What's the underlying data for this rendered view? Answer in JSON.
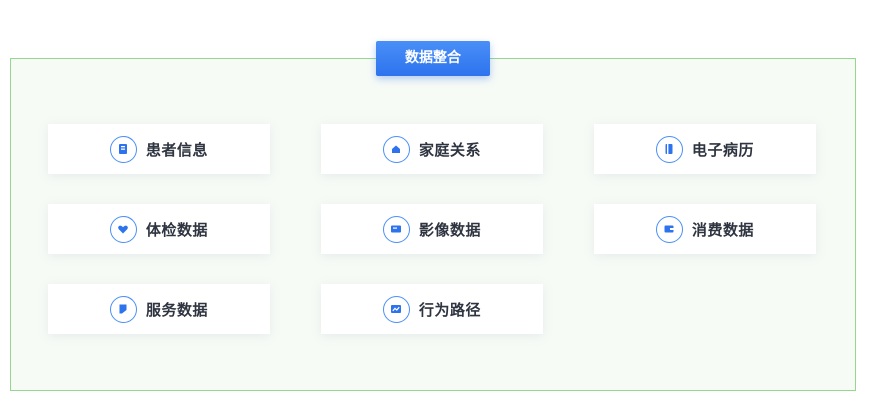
{
  "title": "数据整合",
  "items": [
    {
      "label": "患者信息",
      "icon": "patient-info-icon"
    },
    {
      "label": "家庭关系",
      "icon": "family-icon"
    },
    {
      "label": "电子病历",
      "icon": "medical-record-icon"
    },
    {
      "label": "体检数据",
      "icon": "heart-icon"
    },
    {
      "label": "影像数据",
      "icon": "image-icon"
    },
    {
      "label": "消费数据",
      "icon": "wallet-icon"
    },
    {
      "label": "服务数据",
      "icon": "service-flag-icon"
    },
    {
      "label": "行为路径",
      "icon": "trend-icon"
    }
  ],
  "colors": {
    "accent": "#2d73ee",
    "border": "#95d78f",
    "text": "#2e3440"
  }
}
